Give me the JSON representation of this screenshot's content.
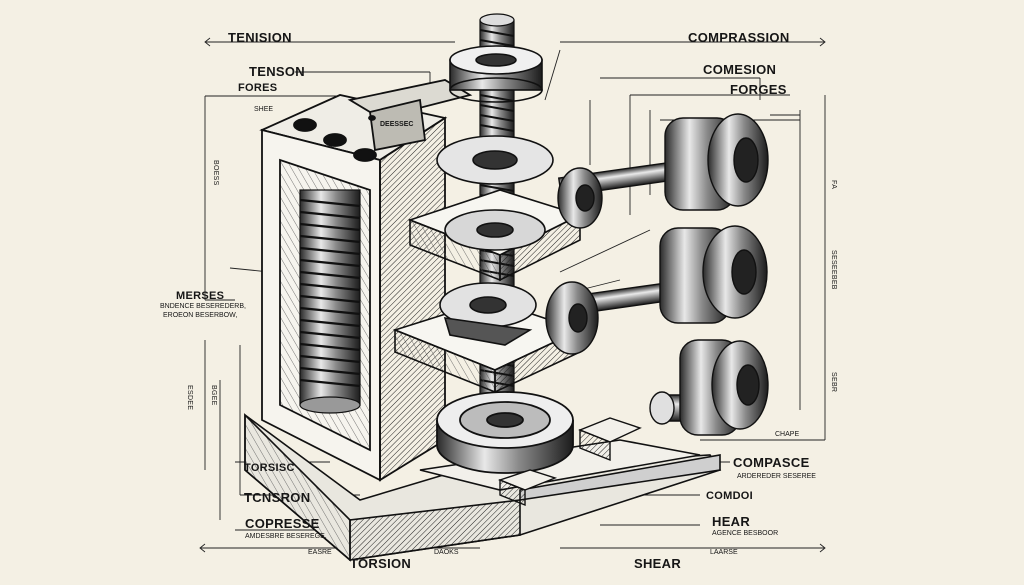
{
  "labels": {
    "tension_top": "TENISION",
    "compression_top": "COMPRASSION",
    "tenson": "TENSON",
    "fores": "FORES",
    "shee": "SHEE",
    "plate_text": "DEESSEC",
    "comesion": "COMESION",
    "forges": "FORGES",
    "merses": "MERSES",
    "merses_sub1": "BNDENCE BESEREDERB,",
    "merses_sub2": "EROEON BESERBOW,",
    "torsisc": "TORSISC",
    "tcnsron": "TCNSRON",
    "copresse": "COPRESSE",
    "copresse_sub": "AMDESBRE BESEREGE,",
    "easre": "EASRE",
    "torsion_bottom": "TORSION",
    "daoks": "DAOKS",
    "shear_bottom": "SHEAR",
    "laarse": "LAARSE",
    "compasce": "COMPASCE",
    "compasce_sub": "ARDEREDER SESEREE",
    "chape": "CHAPE",
    "comdoi": "COMDOI",
    "hear": "HEAR",
    "hear_sub": "AGENCE BESBOOR",
    "left_vert1": "BOESS",
    "left_vert2": "BGEE",
    "left_vert3": "ESDEE",
    "right_vert1": "SESEEBEB",
    "right_vert2": "SEBR",
    "right_vert3": "FA"
  }
}
